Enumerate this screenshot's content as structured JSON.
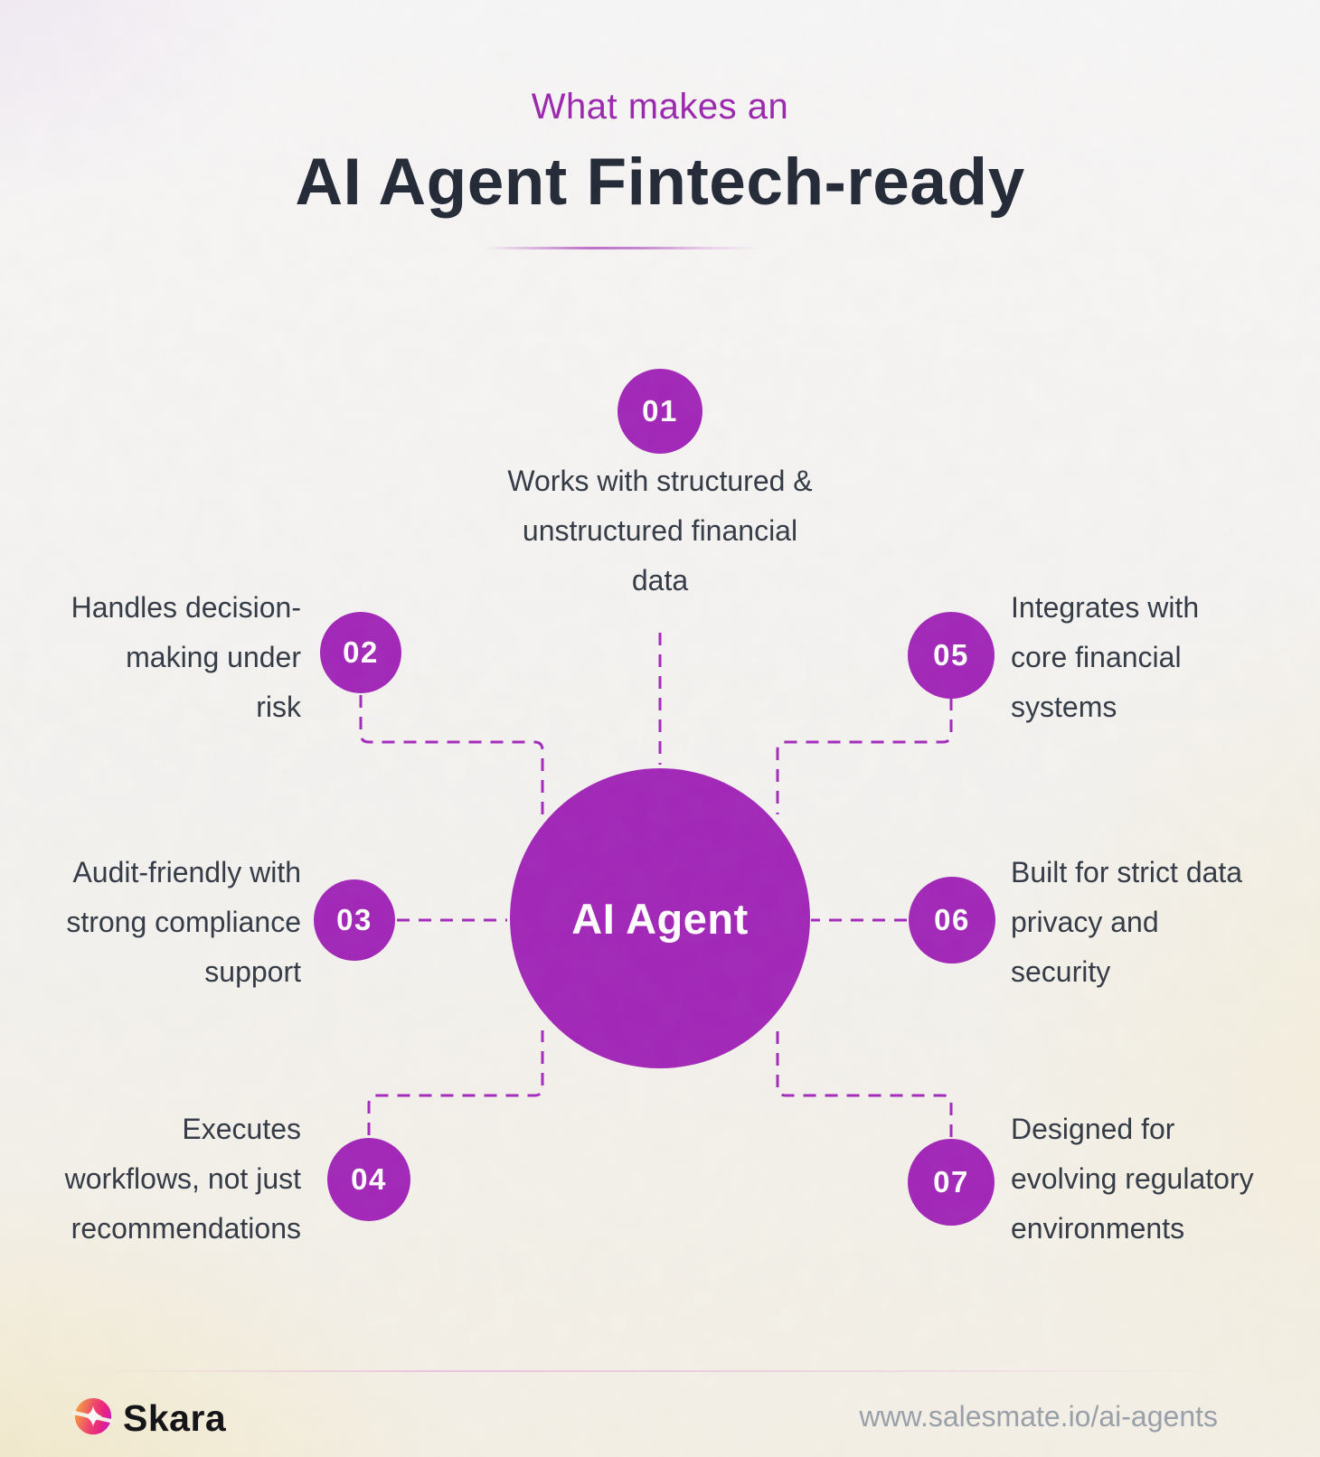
{
  "header": {
    "eyebrow": "What makes an",
    "title": "AI Agent Fintech-ready"
  },
  "center_label": "AI Agent",
  "nodes": [
    {
      "id": "01",
      "position": "top-center",
      "label": [
        "Works with structured &",
        "unstructured financial",
        "data"
      ]
    },
    {
      "id": "02",
      "position": "left-upper",
      "label": [
        "Handles decision-",
        "making under",
        "risk"
      ]
    },
    {
      "id": "03",
      "position": "left-middle",
      "label": [
        "Audit-friendly with",
        "strong compliance",
        "support"
      ]
    },
    {
      "id": "04",
      "position": "left-lower",
      "label": [
        "Executes",
        "workflows, not just",
        "recommendations"
      ]
    },
    {
      "id": "05",
      "position": "right-upper",
      "label": [
        "Integrates with",
        "core financial",
        "systems"
      ]
    },
    {
      "id": "06",
      "position": "right-middle",
      "label": [
        "Built for strict data",
        "privacy and",
        "security"
      ]
    },
    {
      "id": "07",
      "position": "right-lower",
      "label": [
        "Designed for",
        "evolving regulatory",
        "environments"
      ]
    }
  ],
  "footer": {
    "brand": "Skara",
    "url": "www.salesmate.io/ai-agents"
  },
  "colors": {
    "primary_purple": "#A227B8",
    "dash_purple": "#A42ABC",
    "eyebrow_purple": "#9B27AE",
    "title_dark": "#232936",
    "body_text": "#333A45",
    "footer_url_gray": "#9AA0AA",
    "logo_gradient": [
      "#F6A13C",
      "#EC2D67",
      "#C819C6"
    ]
  }
}
